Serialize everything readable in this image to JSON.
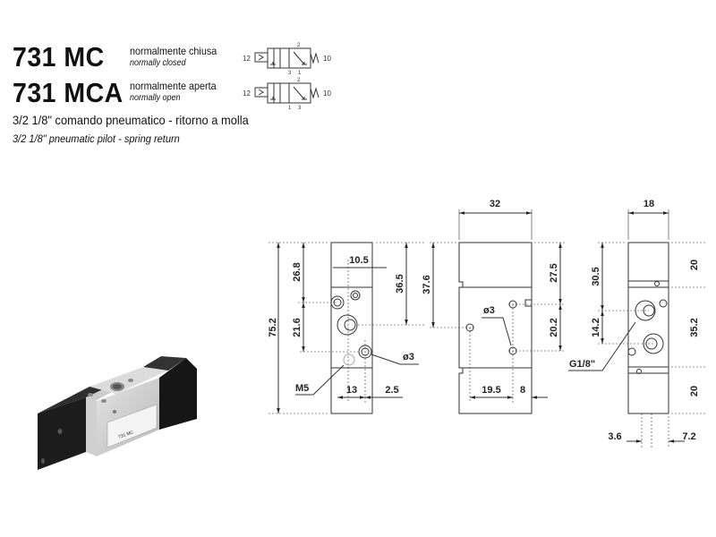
{
  "header": {
    "models": [
      {
        "code": "731 MC",
        "desc_it": "normalmente chiusa",
        "desc_en": "normally closed",
        "symbol": {
          "pilot_port": "12",
          "spring_port": "10",
          "top_port": "2",
          "bottom_ports": [
            "3",
            "1"
          ]
        }
      },
      {
        "code": "731 MCA",
        "desc_it": "normalmente aperta",
        "desc_en": "normally open",
        "symbol": {
          "pilot_port": "12",
          "spring_port": "10",
          "top_port": "2",
          "bottom_ports": [
            "1",
            "3"
          ]
        }
      }
    ],
    "subtitle_it": "3/2 1/8\" comando pneumatico - ritorno a molla",
    "subtitle_en": "3/2 1/8\" pneumatic pilot - spring return"
  },
  "photo": {
    "label": "731 MC"
  },
  "drawing": {
    "front": {
      "overall": "75.2",
      "d1": "26.8",
      "d2": "21.6",
      "d3": "10.5",
      "d4": "36.5",
      "hole": "ø3",
      "thread": "M5",
      "d5": "13",
      "d6": "2.5"
    },
    "side": {
      "width": "32",
      "d1": "37.6",
      "d2": "27.5",
      "d3": "20.2",
      "hole": "ø3",
      "d4": "19.5",
      "d5": "8"
    },
    "end": {
      "width": "18",
      "d1": "30.5",
      "d2": "14.2",
      "thread": "G1/8\"",
      "s1": "20",
      "s2": "35.2",
      "s3": "20",
      "d3": "3.6",
      "d4": "7.2"
    }
  }
}
